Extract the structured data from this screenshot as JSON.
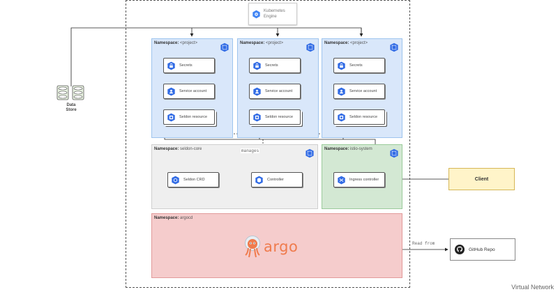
{
  "engine": {
    "label_line1": "Kubernetes",
    "label_line2": "Engine"
  },
  "data_store": {
    "label_line1": "Data",
    "label_line2": "Store"
  },
  "project_namespaces": [
    {
      "title_prefix": "Namespace:",
      "title_value": "<project>",
      "secrets": "Secrets",
      "service_account": "Service account",
      "seldon_resource": "Seldon resource"
    },
    {
      "title_prefix": "Namespace:",
      "title_value": "<project>",
      "secrets": "Secrets",
      "service_account": "Service account",
      "seldon_resource": "Seldon resource"
    },
    {
      "title_prefix": "Namespace:",
      "title_value": "<project>",
      "secrets": "Secrets",
      "service_account": "Service account",
      "seldon_resource": "Seldon resource"
    }
  ],
  "seldon_core": {
    "title_prefix": "Namespace:",
    "title_value": "seldon-core",
    "crd": "Seldon CRD",
    "controller": "Controller",
    "manages": "manages"
  },
  "istio": {
    "title_prefix": "Namespace:",
    "title_value": "istio-system",
    "ingress": "Ingress controller"
  },
  "argocd": {
    "title_prefix": "Namespace:",
    "title_value": "argocd",
    "logo_text": "argo",
    "read_from": "Read from"
  },
  "client": {
    "label": "Client"
  },
  "github": {
    "label": "GitHub Repo"
  },
  "footer": {
    "label": "Virtual Network"
  },
  "colors": {
    "project_ns": "#d9e7fa",
    "core_ns": "#efefef",
    "istio_ns": "#d3e8d3",
    "argocd_ns": "#f5cccc",
    "client": "#fff4c9",
    "k8s_blue": "#326ce5",
    "argo_orange": "#ef7b4d"
  }
}
